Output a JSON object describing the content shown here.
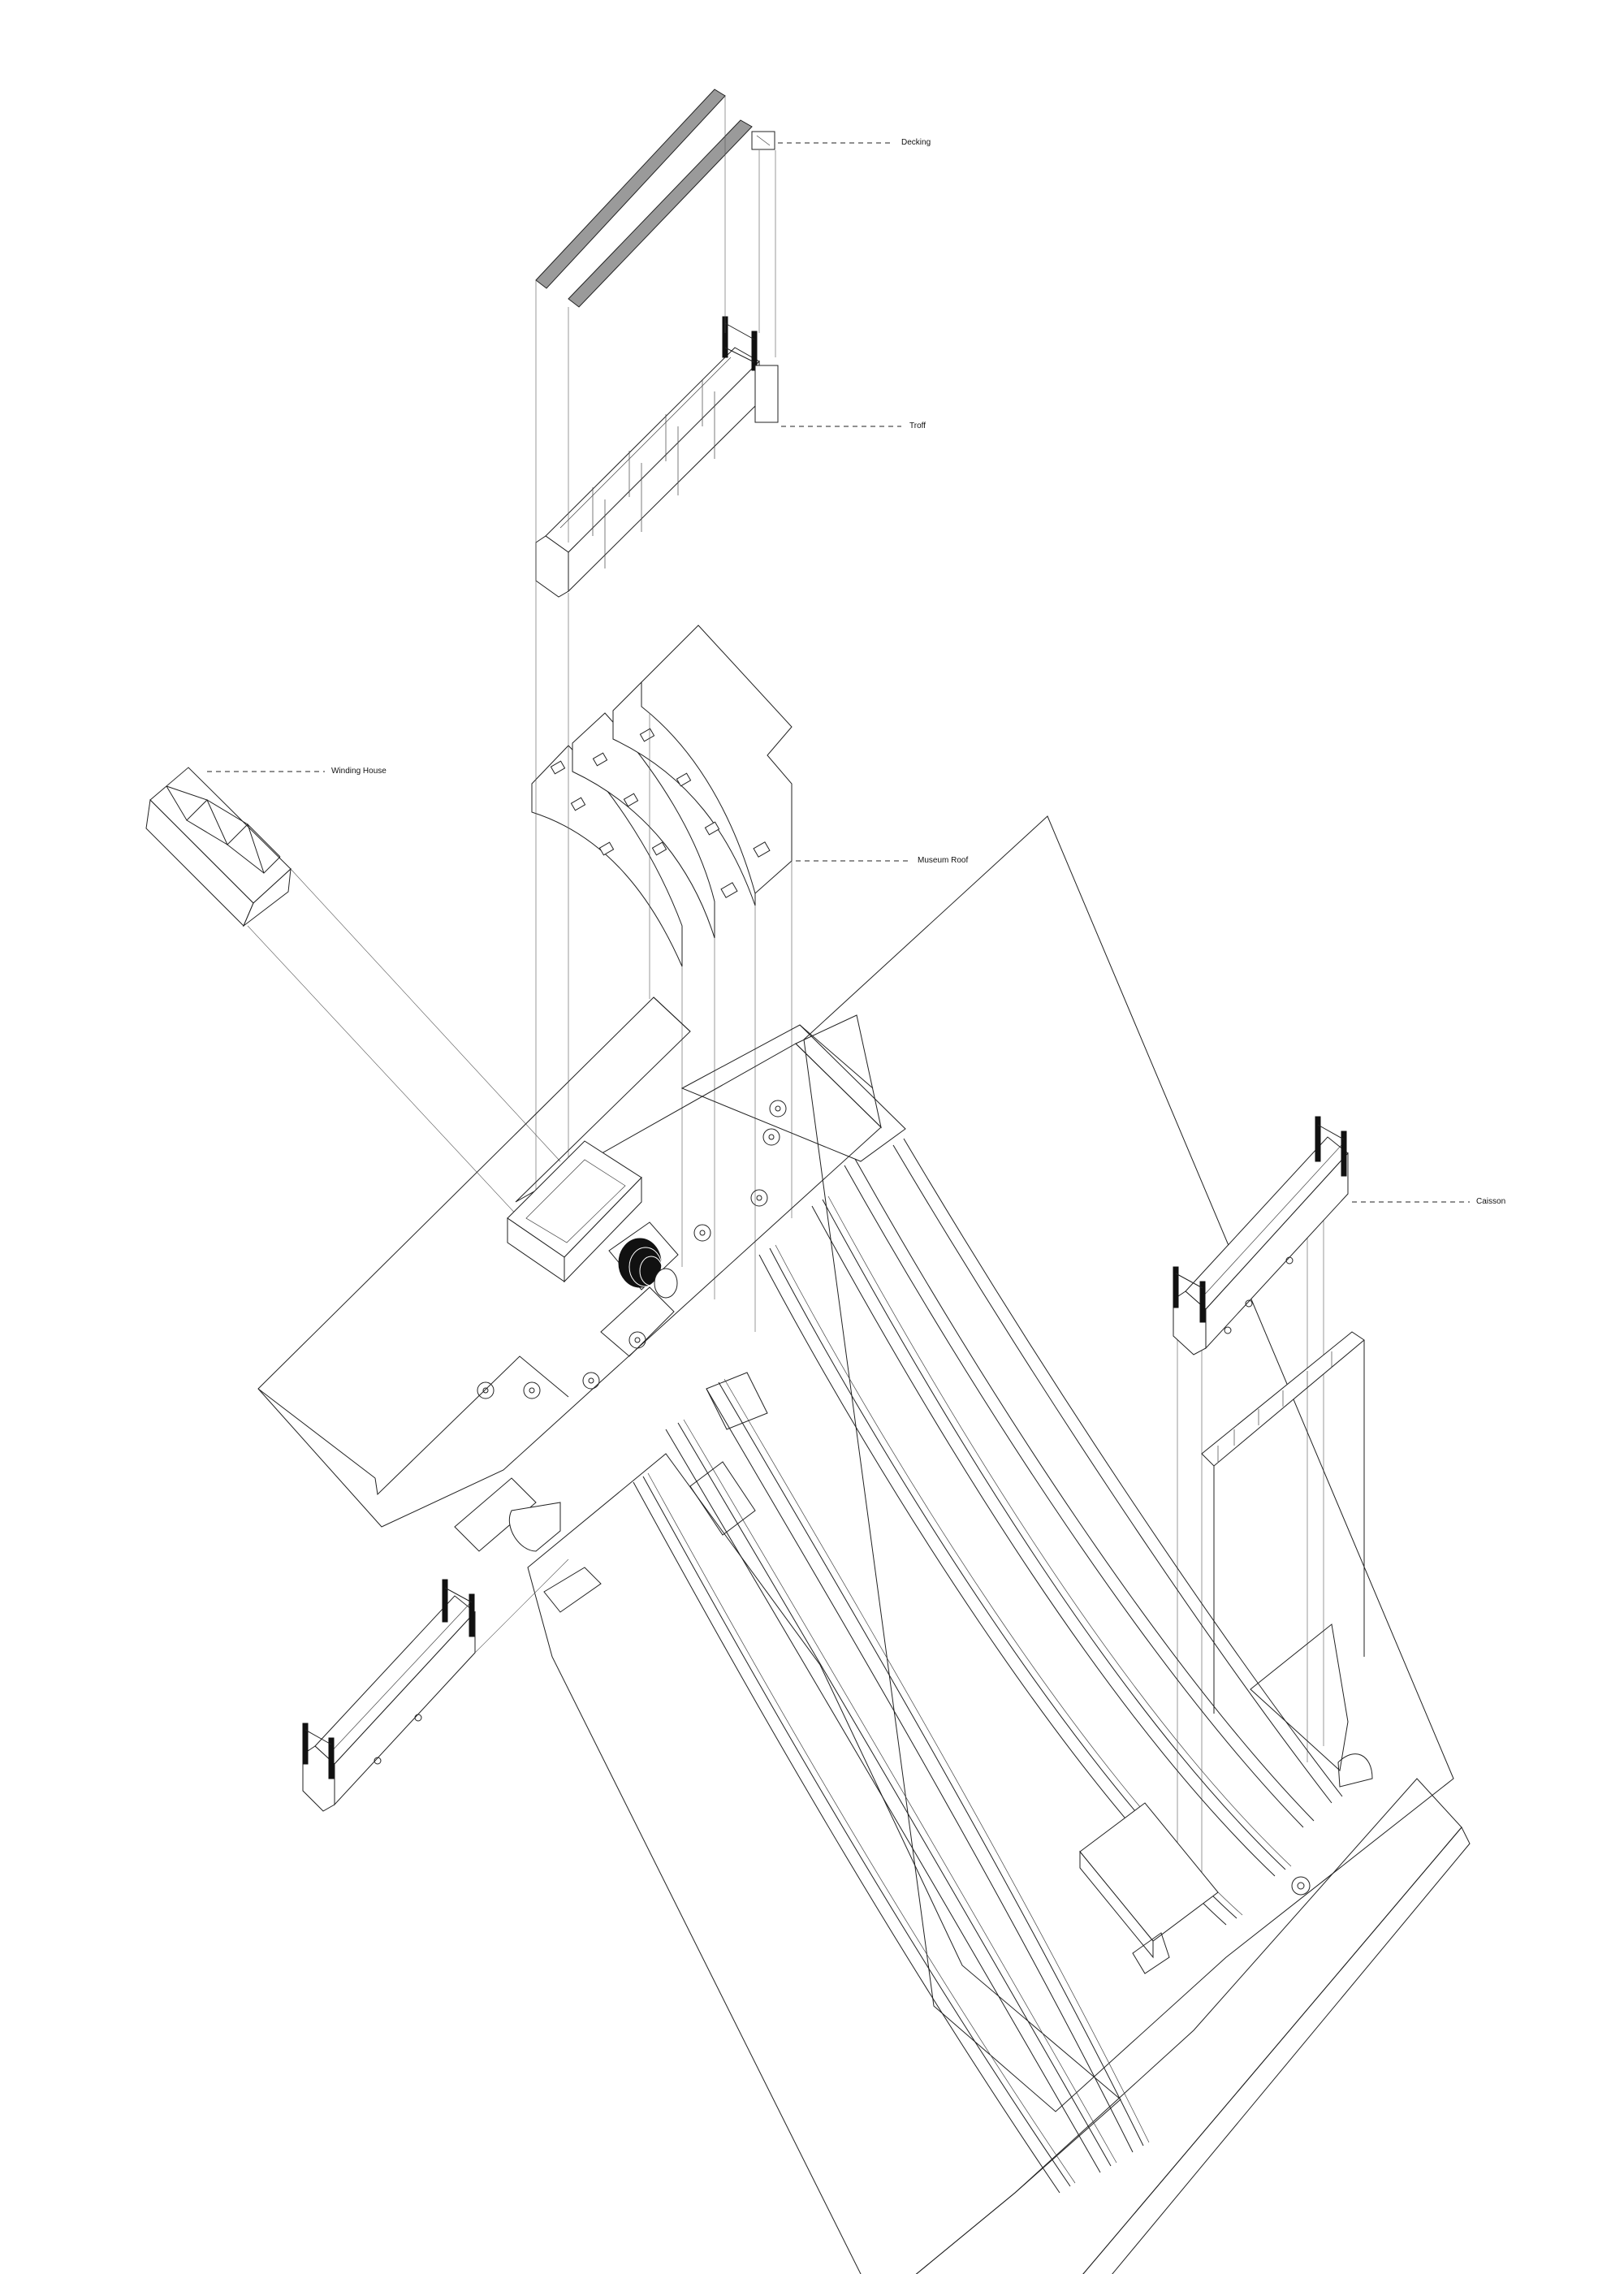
{
  "labels": {
    "decking": "Decking",
    "troff": "Troff",
    "winding_house": "Winding House",
    "museum_roof": "Museum Roof",
    "caisson": "Caisson"
  },
  "colors": {
    "background": "#ffffff",
    "linework": "#222222",
    "decking_fill": "#9a9a9a",
    "drum_fill": "#111111"
  }
}
